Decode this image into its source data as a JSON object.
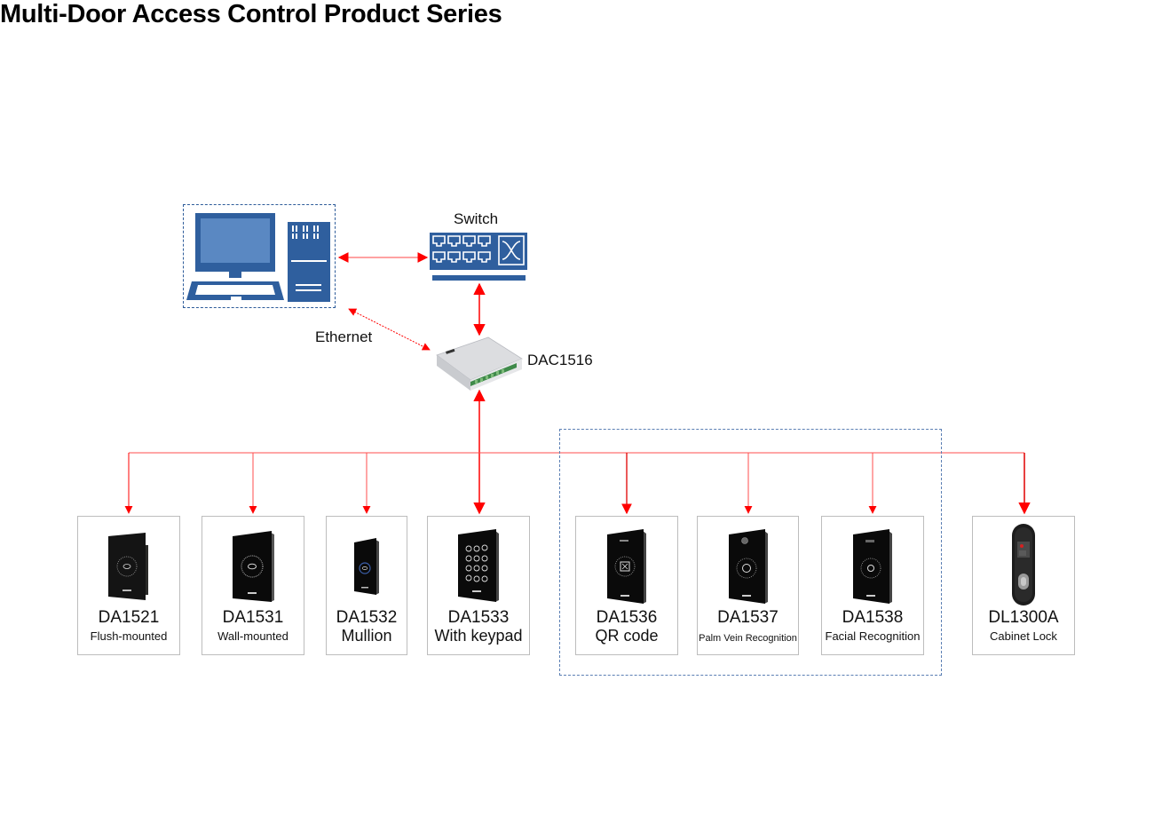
{
  "title": "Multi-Door Access Control Product Series",
  "colors": {
    "icon_blue": "#2f5f9e",
    "wire_red": "#ff0000",
    "dash_blue": "#5b7fb4",
    "card_border": "#bdbdbd"
  },
  "network": {
    "workstation": {
      "icon": "computer-workstation-icon"
    },
    "switch": {
      "label": "Switch",
      "icon": "network-switch-icon"
    },
    "controller": {
      "label": "DAC1516",
      "icon": "access-controller-board-icon"
    },
    "ethernet_label": "Ethernet"
  },
  "devices": [
    {
      "model": "DA1521",
      "description": "Flush-mounted",
      "icon": "flush-mounted-reader-icon"
    },
    {
      "model": "DA1531",
      "description": "Wall-mounted",
      "icon": "wall-mounted-reader-icon"
    },
    {
      "model": "DA1532",
      "description": "Mullion",
      "icon": "mullion-reader-icon"
    },
    {
      "model": "DA1533",
      "description": "With keypad",
      "icon": "keypad-reader-icon"
    },
    {
      "model": "DA1536",
      "description": "QR code",
      "icon": "qr-reader-icon"
    },
    {
      "model": "DA1537",
      "description": "Palm Vein Recognition",
      "icon": "palm-vein-reader-icon"
    },
    {
      "model": "DA1538",
      "description": "Facial Recognition",
      "icon": "facial-reader-icon"
    },
    {
      "model": "DL1300A",
      "description": "Cabinet Lock",
      "icon": "cabinet-lock-icon"
    }
  ]
}
